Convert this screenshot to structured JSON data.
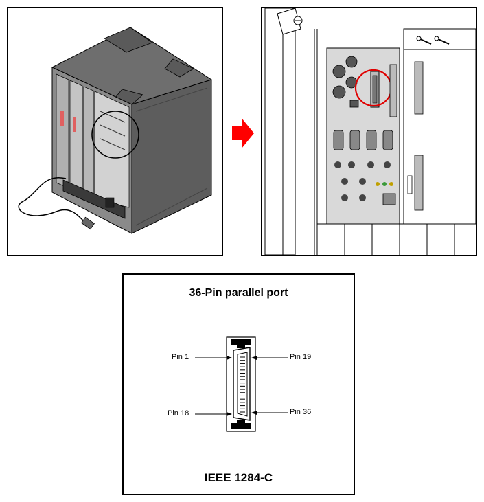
{
  "diagram": {
    "port_title": "36-Pin parallel port",
    "standard_label": "IEEE 1284-C",
    "pins": {
      "pin1": "Pin 1",
      "pin18": "Pin 18",
      "pin19": "Pin 19",
      "pin36": "Pin 36"
    }
  },
  "colors": {
    "arrow": "#ff0000",
    "highlight_circle": "#e00000",
    "outline": "#000000",
    "chassis_dark": "#555555",
    "chassis_mid": "#777777",
    "chassis_light": "#9a9a9a",
    "panel_gray": "#d9d9d9"
  },
  "icons": {
    "transition": "right-arrow-icon"
  }
}
